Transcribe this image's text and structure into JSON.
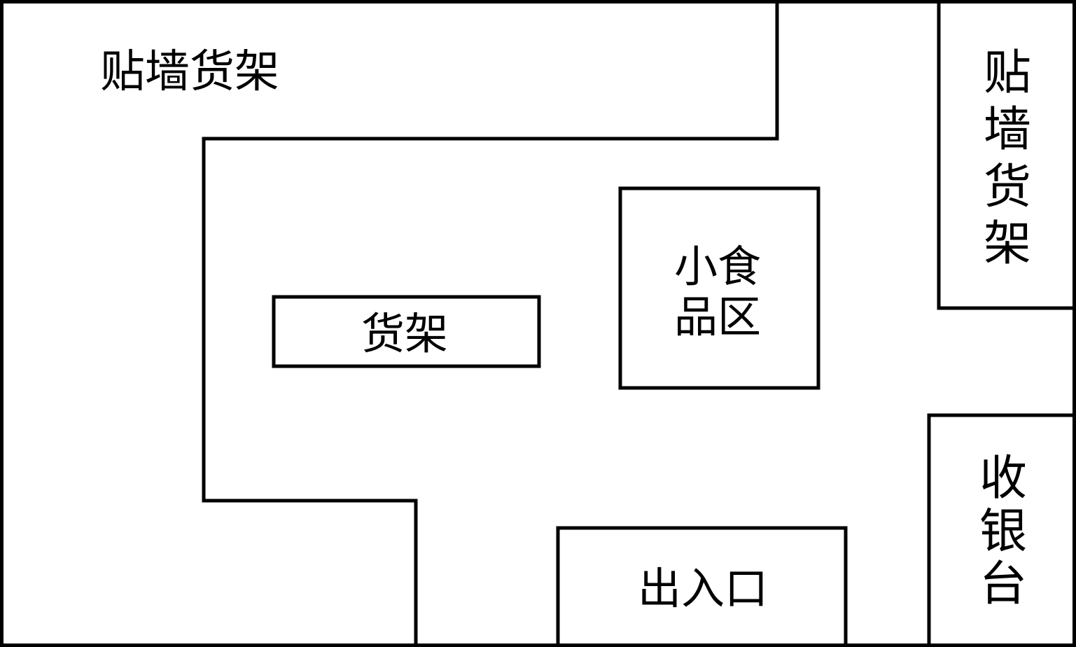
{
  "plan": {
    "wall_shelf_top": "贴墙货架",
    "wall_shelf_right": [
      "贴",
      "墙",
      "货",
      "架"
    ],
    "shelf": "货架",
    "snack_area": [
      "小食",
      "品区"
    ],
    "cashier": [
      "收",
      "银",
      "台"
    ],
    "entrance": "出入口"
  },
  "colors": {
    "line": "#000000",
    "background": "#ffffff"
  }
}
